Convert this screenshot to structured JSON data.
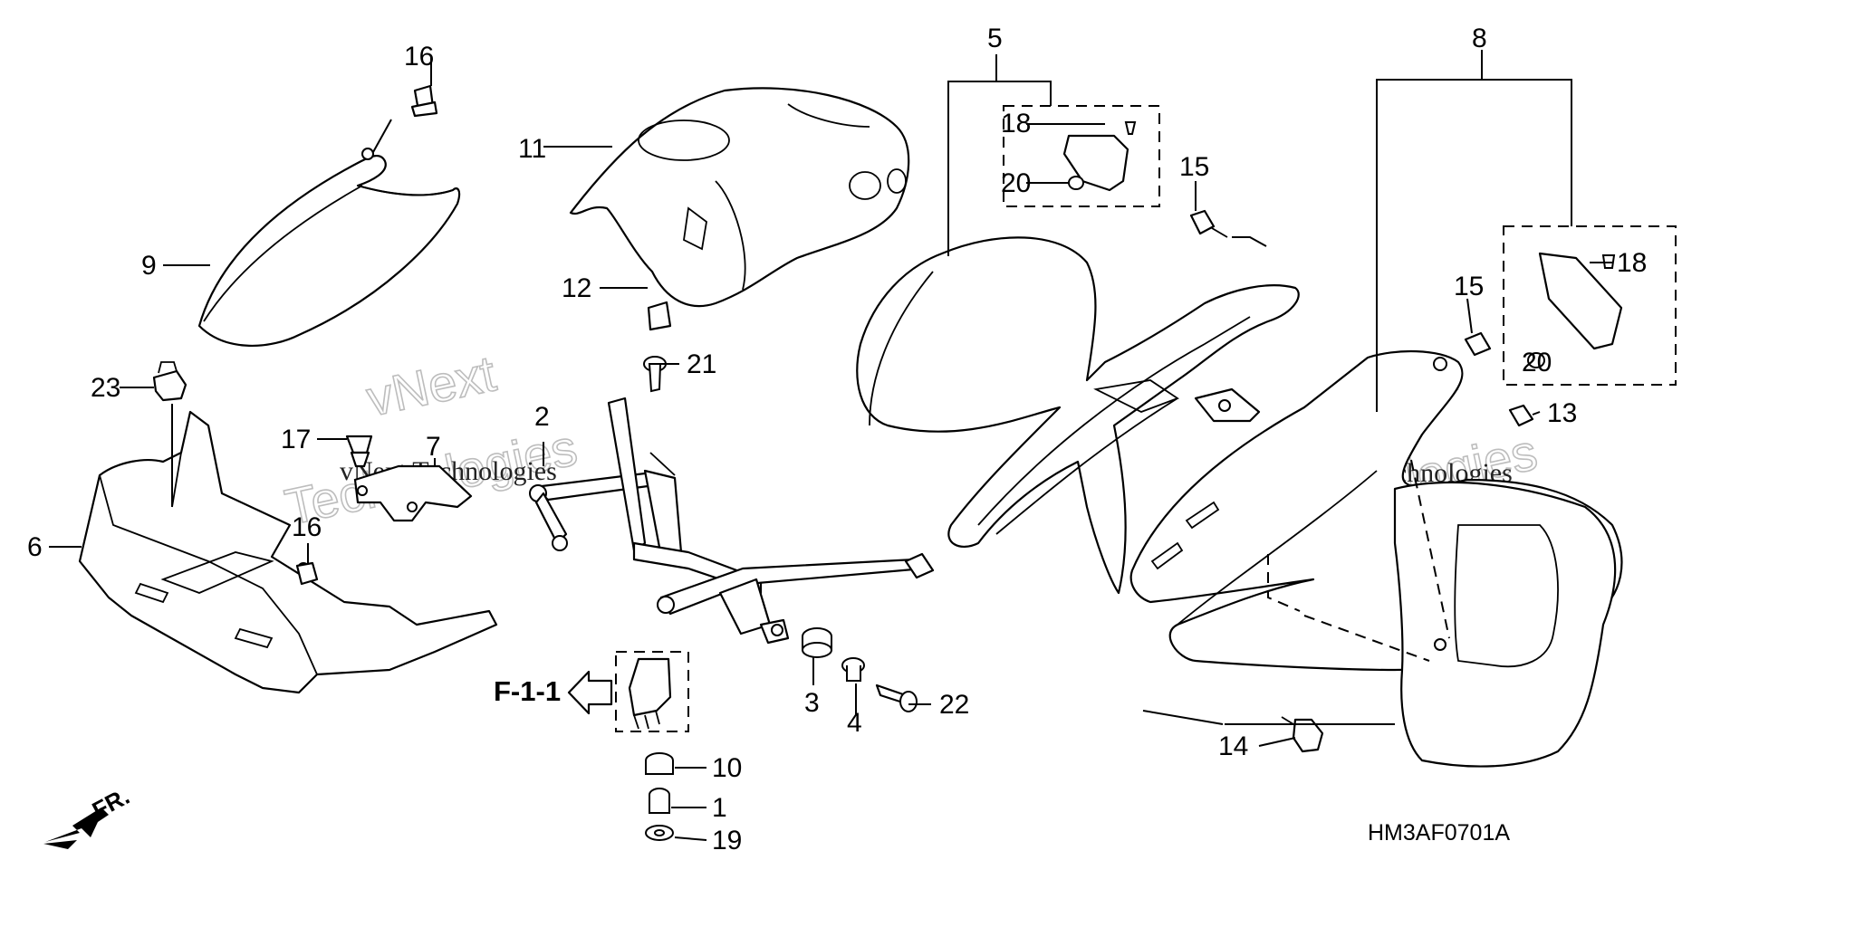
{
  "diagram": {
    "callouts": {
      "c1": "1",
      "c2": "2",
      "c3": "3",
      "c4": "4",
      "c5": "5",
      "c6": "6",
      "c7": "7",
      "c8": "8",
      "c9": "9",
      "c10": "10",
      "c11": "11",
      "c12": "12",
      "c13": "13",
      "c14": "14",
      "c15a": "15",
      "c15b": "15",
      "c16a": "16",
      "c16b": "16",
      "c17": "17",
      "c18a": "18",
      "c18b": "18",
      "c19": "19",
      "c20a": "20",
      "c20b": "20",
      "c21": "21",
      "c22": "22",
      "c23": "23"
    },
    "reference": "F-1-1",
    "diagram_code": "HM3AF0701A",
    "front_marker": "FR.",
    "watermark": {
      "line1": "vNext Technologies",
      "line2_top": "vNext",
      "line2_bottom": "Technologies"
    }
  }
}
